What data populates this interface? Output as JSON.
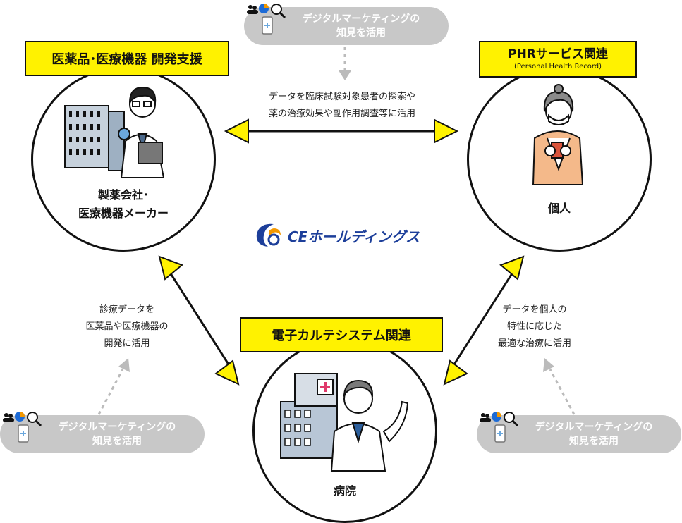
{
  "labels": {
    "pharma": "医薬品･医療機器 開発支援",
    "phr_title": "PHRサービス関連",
    "phr_sub": "(Personal Health Record)",
    "ehr": "電子カルテシステム関連"
  },
  "nodes": {
    "pharma_line1": "製薬会社･",
    "pharma_line2": "医療機器メーカー",
    "individual": "個人",
    "hospital": "病院"
  },
  "center_logo": {
    "text": "CEホールディングス",
    "colors": {
      "blue": "#1d3f9a",
      "orange": "#f39800"
    }
  },
  "arrow_texts": {
    "top_line1": "データを臨床試験対象患者の探索や",
    "top_line2": "薬の治療効果や副作用調査等に活用",
    "left_line1": "診療データを",
    "left_line2": "医薬品や医療機器の",
    "left_line3": "開発に活用",
    "right_line1": "データを個人の",
    "right_line2": "特性に応じた",
    "right_line3": "最適な治療に活用"
  },
  "pills": {
    "top_line1": "デジタルマーケティングの",
    "top_line2": "知見を活用",
    "left_line1": "デジタルマーケティングの",
    "left_line2": "知見を活用",
    "right_line1": "デジタルマーケティングの",
    "right_line2": "知見を活用"
  },
  "colors": {
    "accent_yellow": "#fff200",
    "pill_gray": "#c8c8c8",
    "stroke": "#111111"
  },
  "icons": [
    "people-icon",
    "pie-chart-icon",
    "magnifier-icon",
    "smartphone-icon",
    "building-icon",
    "doctor-icon",
    "woman-smartphone-icon",
    "hospital-icon"
  ]
}
